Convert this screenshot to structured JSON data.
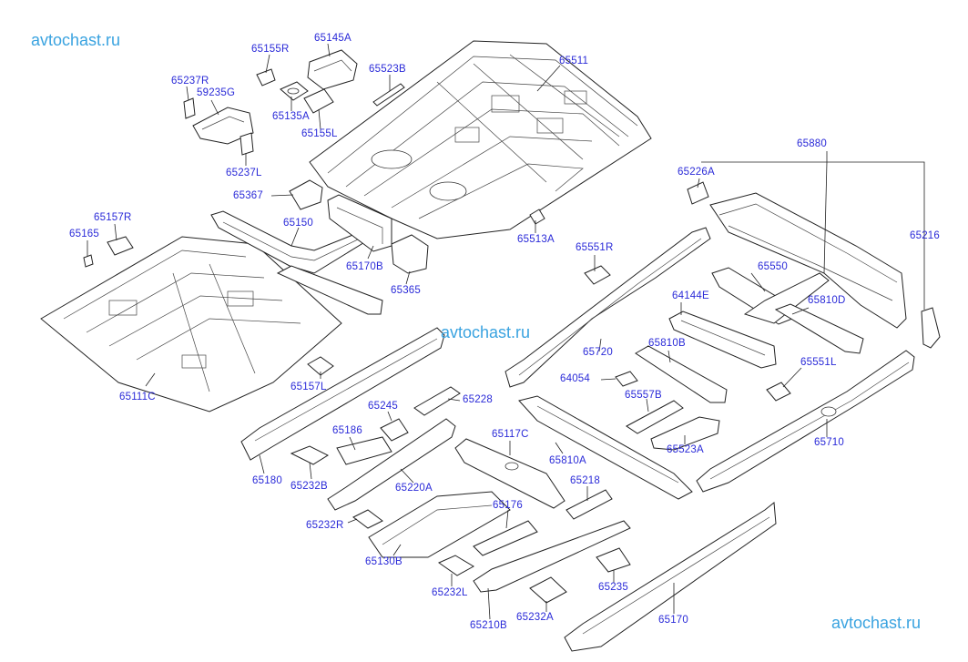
{
  "watermark": "avtochast.ru",
  "colors": {
    "label": "#2a2ad8",
    "watermark": "#3aa3e0",
    "line": "#222222"
  },
  "labels": {
    "p65145A": "65145A",
    "p65155R": "65155R",
    "p65237R": "65237R",
    "p59235G": "59235G",
    "p65523B": "65523B",
    "p65511": "65511",
    "p65135A": "65135A",
    "p65155L": "65155L",
    "p65237L": "65237L",
    "p65880": "65880",
    "p65226A": "65226A",
    "p65367": "65367",
    "p65157R": "65157R",
    "p65165": "65165",
    "p65150": "65150",
    "p65513A": "65513A",
    "p65216": "65216",
    "p65551R": "65551R",
    "p65170B": "65170B",
    "p65550": "65550",
    "p65365": "65365",
    "p64144E": "64144E",
    "p65810D": "65810D",
    "p65111C": "65111C",
    "p65720": "65720",
    "p65810B": "65810B",
    "p65157L": "65157L",
    "p64054": "64054",
    "p65551L": "65551L",
    "p65245": "65245",
    "p65228": "65228",
    "p65557B": "65557B",
    "p65186": "65186",
    "p65117C": "65117C",
    "p65710": "65710",
    "p65523A": "65523A",
    "p65180": "65180",
    "p65232B": "65232B",
    "p65220A": "65220A",
    "p65810A": "65810A",
    "p65218": "65218",
    "p65176": "65176",
    "p65232R": "65232R",
    "p65130B": "65130B",
    "p65232L": "65232L",
    "p65235": "65235",
    "p65210B": "65210B",
    "p65232A": "65232A",
    "p65170": "65170"
  }
}
